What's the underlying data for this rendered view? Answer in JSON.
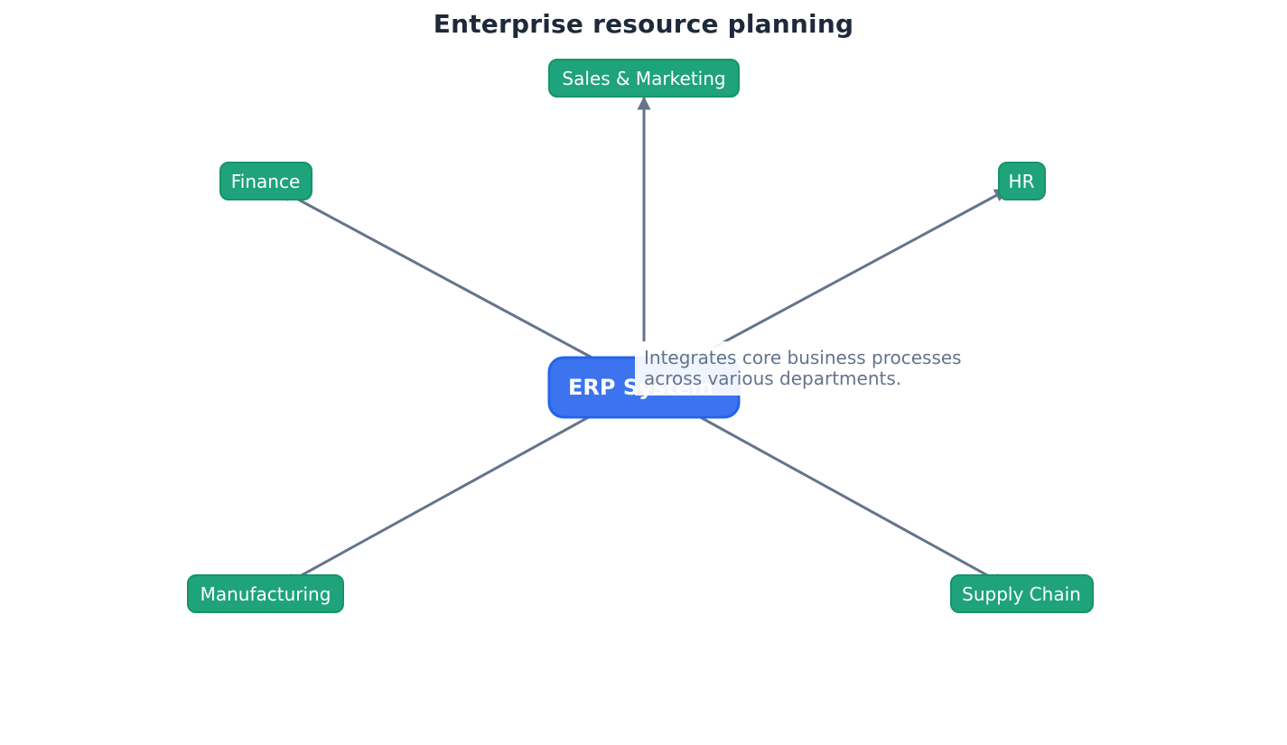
{
  "title": "Enterprise resource planning",
  "center": {
    "label": "ERP System"
  },
  "departments": [
    {
      "id": "sales",
      "label": "Sales & Marketing"
    },
    {
      "id": "finance",
      "label": "Finance"
    },
    {
      "id": "hr",
      "label": "HR"
    },
    {
      "id": "manufacturing",
      "label": "Manufacturing"
    },
    {
      "id": "supply",
      "label": "Supply Chain"
    }
  ],
  "annotation": {
    "line1": "Integrates core business processes",
    "line2": "across various departments."
  },
  "colors": {
    "department_fill": "#1fa37a",
    "department_stroke": "#169469",
    "center_fill": "#3b74ee",
    "center_stroke": "#2563eb",
    "edge": "#64748b",
    "title": "#1e293b",
    "annotation_text": "#64748b"
  }
}
